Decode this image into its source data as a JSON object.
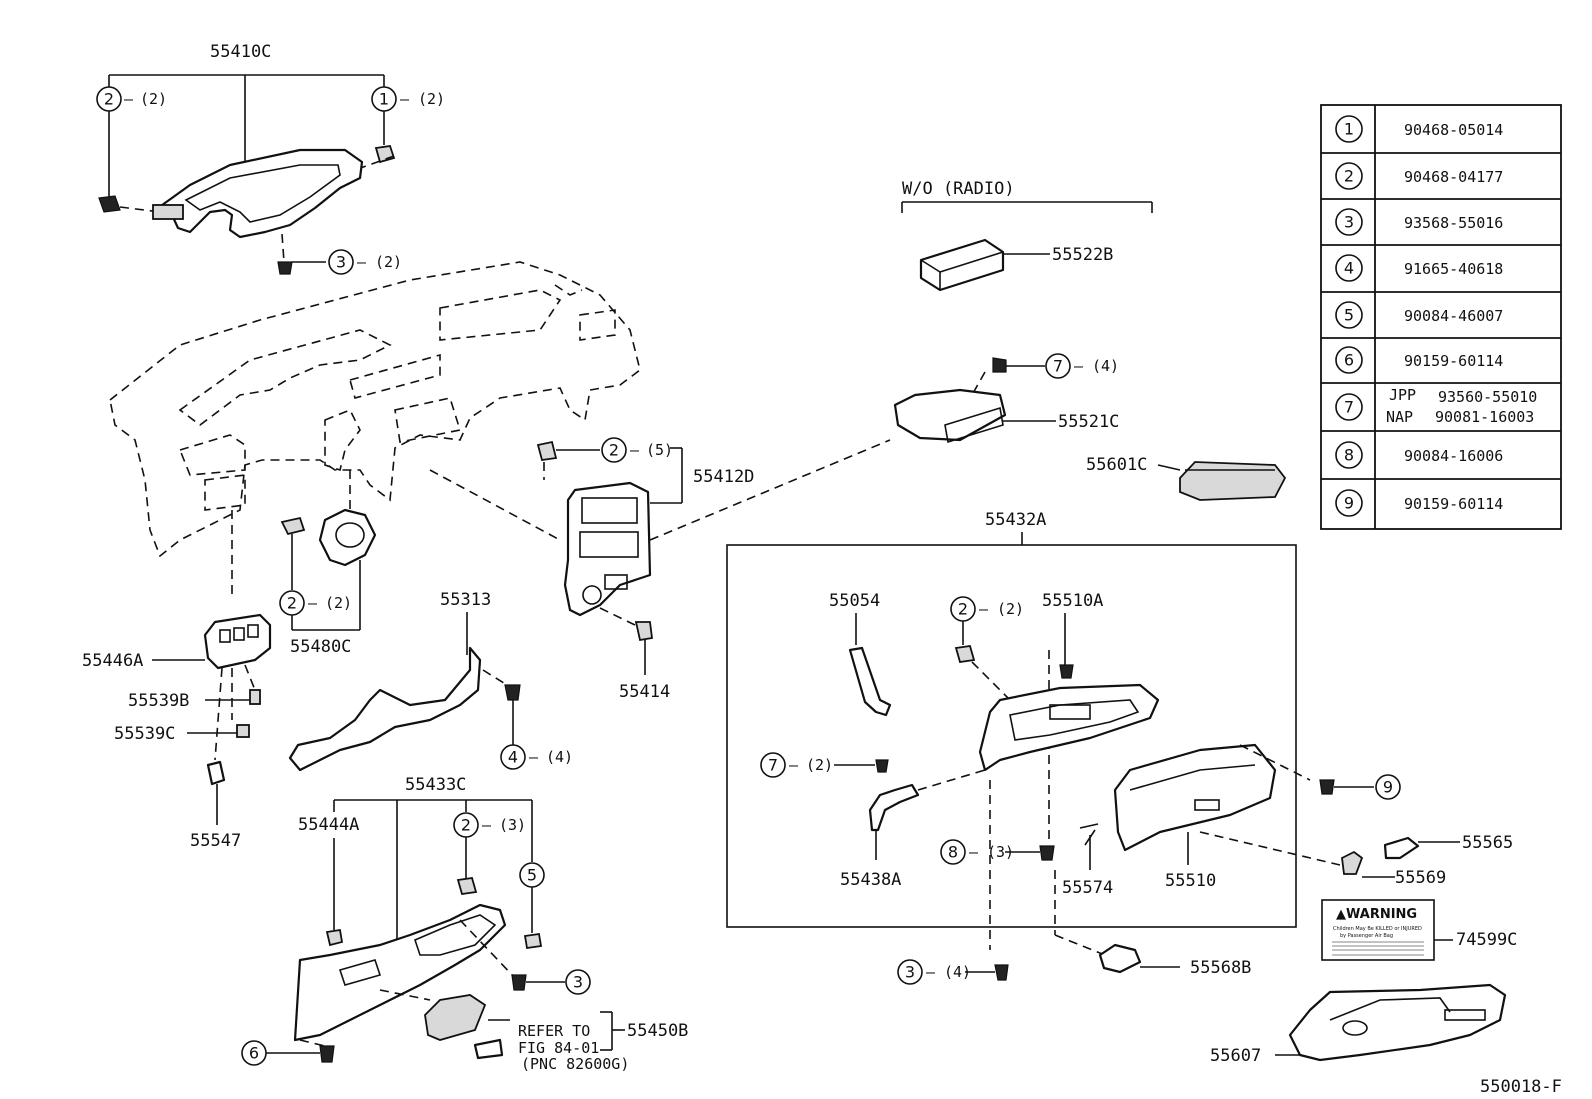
{
  "figure_id": "550018-F",
  "legend": {
    "rows": [
      {
        "num": "1",
        "part": "90468-05014"
      },
      {
        "num": "2",
        "part": "90468-04177"
      },
      {
        "num": "3",
        "part": "93568-55016"
      },
      {
        "num": "4",
        "part": "91665-40618"
      },
      {
        "num": "5",
        "part": "90084-46007"
      },
      {
        "num": "6",
        "part": "90159-60114"
      },
      {
        "num": "7",
        "part": "",
        "sub": [
          {
            "market": "JPP",
            "part": "93560-55010"
          },
          {
            "market": "NAP",
            "part": "90081-16003"
          }
        ]
      },
      {
        "num": "8",
        "part": "90084-16006"
      },
      {
        "num": "9",
        "part": "90159-60114"
      }
    ]
  },
  "labels": {
    "l55410c": "55410C",
    "l55522b": "55522B",
    "l55521c": "55521C",
    "l55601c": "55601C",
    "l55412d": "55412D",
    "l55414": "55414",
    "l55432a": "55432A",
    "l55054": "55054",
    "l55510a": "55510A",
    "l55438a": "55438A",
    "l55574": "55574",
    "l55510": "55510",
    "l55565": "55565",
    "l55569": "55569",
    "l74599c": "74599C",
    "l55568b": "55568B",
    "l55607": "55607",
    "l55313": "55313",
    "l55480c": "55480C",
    "l55446a": "55446A",
    "l55539b": "55539B",
    "l55539c": "55539C",
    "l55547": "55547",
    "l55433c": "55433C",
    "l55444a": "55444A",
    "l55450b": "55450B",
    "wo_radio": "W/O (RADIO)",
    "refer1": "REFER TO",
    "refer2": "FIG 84-01",
    "refer3": "(PNC 82600G)"
  },
  "callouts": {
    "c2_2_a": {
      "num": "2",
      "qty": "(2)"
    },
    "c1_2": {
      "num": "1",
      "qty": "(2)"
    },
    "c3_2": {
      "num": "3",
      "qty": "(2)"
    },
    "c7_4": {
      "num": "7",
      "qty": "(4)"
    },
    "c2_5": {
      "num": "2",
      "qty": "(5)"
    },
    "c2_2_b": {
      "num": "2",
      "qty": "(2)"
    },
    "c4_4": {
      "num": "4",
      "qty": "(4)"
    },
    "c2_3": {
      "num": "2",
      "qty": "(3)"
    },
    "c5": {
      "num": "5",
      "qty": ""
    },
    "c3_a": {
      "num": "3",
      "qty": ""
    },
    "c6": {
      "num": "6",
      "qty": ""
    },
    "c2_2_c": {
      "num": "2",
      "qty": "(2)"
    },
    "c7_2": {
      "num": "7",
      "qty": "(2)"
    },
    "c8_3": {
      "num": "8",
      "qty": "(3)"
    },
    "c9": {
      "num": "9",
      "qty": ""
    },
    "c3_4": {
      "num": "3",
      "qty": "(4)"
    }
  },
  "warning": {
    "title": "WARNING",
    "lines": [
      "Children May Be KILLED or INJURED",
      "by Passenger Air Bag"
    ]
  }
}
